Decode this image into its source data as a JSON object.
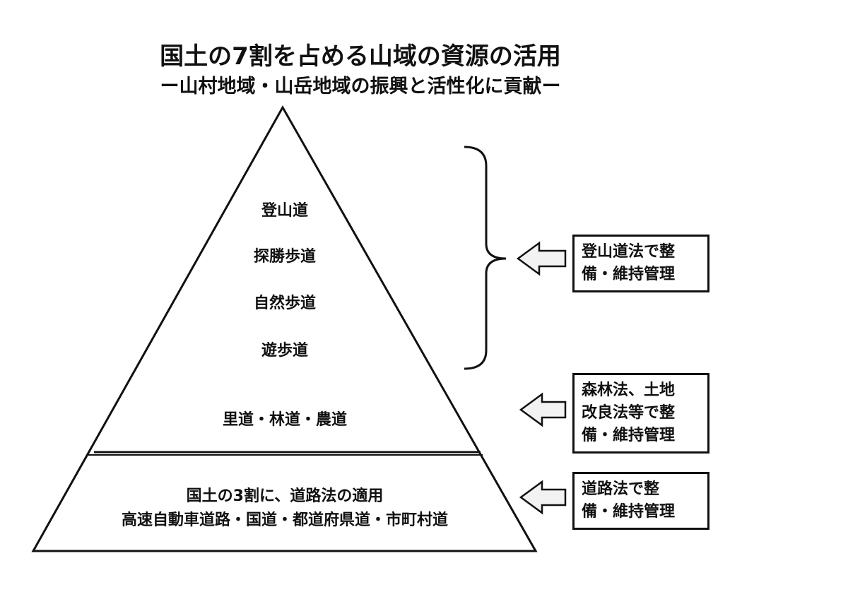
{
  "title": {
    "main": "国土の7割を占める山域の資源の活用",
    "sub": "ー山村地域・山岳地域の振興と活性化に貢献ー"
  },
  "pyramid": {
    "upper_items": [
      "登山道",
      "探勝歩道",
      "自然歩道",
      "遊歩道"
    ],
    "middle_item": "里道・林道・農道",
    "base_line1": "国土の3割に、道路法の適用",
    "base_line2": "高速自動車道路・国道・都道府県道・市町村道"
  },
  "law_boxes": [
    {
      "lines": [
        "登山道法で整",
        "備・維持管理"
      ]
    },
    {
      "lines": [
        "森林法、土地",
        "改良法等で整",
        "備・維持管理"
      ]
    },
    {
      "lines": [
        "道路法で整",
        "備・維持管理"
      ]
    }
  ],
  "colors": {
    "line": "#111111",
    "arrow_fill": "#f2f2f2"
  }
}
